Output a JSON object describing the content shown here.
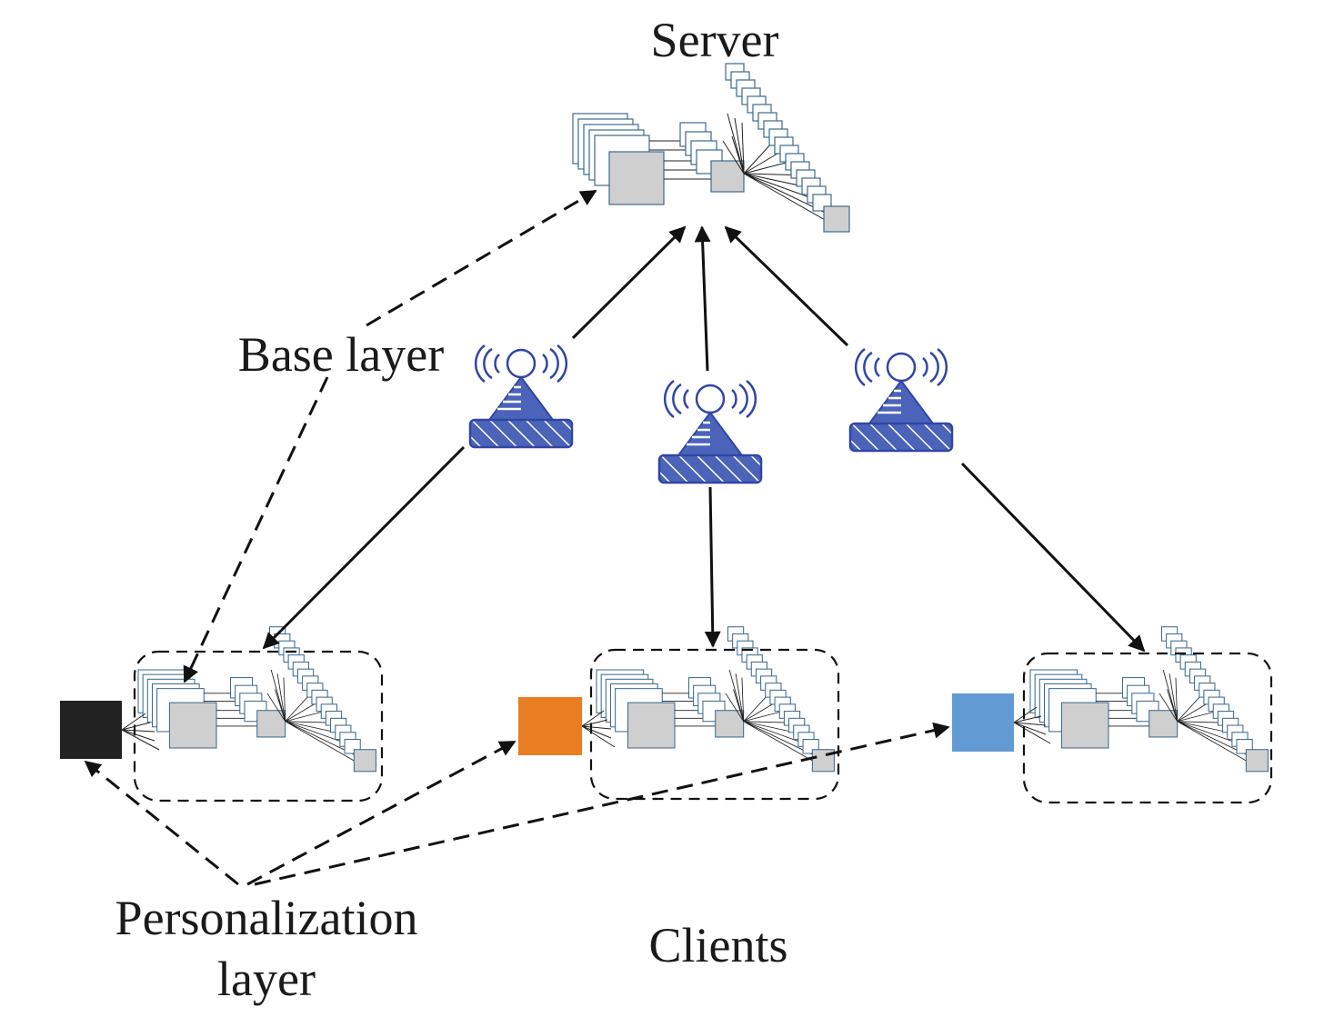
{
  "labels": {
    "server": "Server",
    "base_layer": "Base layer",
    "personalization_line1": "Personalization",
    "personalization_line2": "layer",
    "clients": "Clients"
  },
  "nodes": {
    "server": {
      "name": "server-network"
    },
    "clients": [
      {
        "name": "client-network-1",
        "personal_color": "#222222"
      },
      {
        "name": "client-network-2",
        "personal_color": "#E87D22"
      },
      {
        "name": "client-network-3",
        "personal_color": "#629BD3"
      }
    ],
    "towers": [
      "tower-1",
      "tower-2",
      "tower-3"
    ]
  },
  "colors": {
    "tower": "#3046A6",
    "layer_border": "#3B6A8E",
    "layer_fill": "#CFCFCF",
    "arrows": "#111111"
  },
  "icons": {
    "network": "cnn-network-icon",
    "tower": "wireless-tower-icon"
  }
}
